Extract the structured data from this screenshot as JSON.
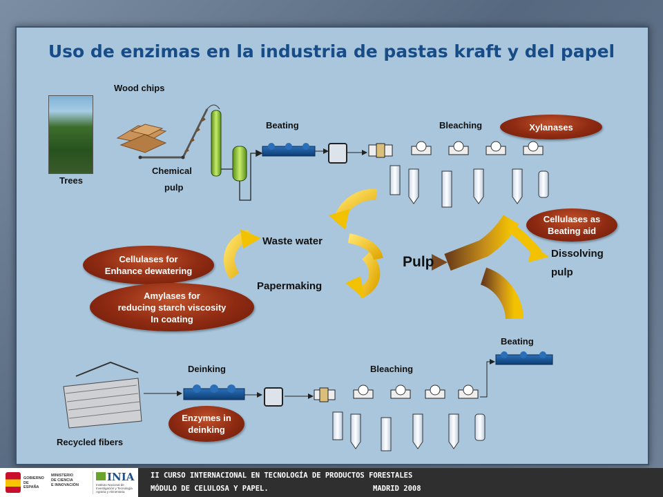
{
  "title": "Uso de enzimas en la industria de pastas kraft y del  papel",
  "labels": {
    "wood_chips": "Wood chips",
    "trees": "Trees",
    "chemical": "Chemical",
    "pulp_small": "pulp",
    "beating_top": "Beating",
    "bleaching_top": "Bleaching",
    "waste_water": "Waste water",
    "papermaking": "Papermaking",
    "pulp_center": "Pulp",
    "dissolving": "Dissolving",
    "dissolving_pulp": "pulp",
    "beating_bottom": "Beating",
    "deinking": "Deinking",
    "bleaching_bottom": "Bleaching",
    "recycled": "Recycled fibers"
  },
  "enzymes": {
    "xylanases": "Xylanases",
    "cellulases_beating_1": "Cellulases as",
    "cellulases_beating_2": "Beating aid",
    "cellulases_dewater_1": "Cellulases for",
    "cellulases_dewater_2": "Enhance dewatering",
    "amylases_1": "Amylases for",
    "amylases_2": "reducing starch viscosity",
    "amylases_3": "In coating",
    "deinking_1": "Enzymes in",
    "deinking_2": "deinking"
  },
  "footer": {
    "line1": "II CURSO INTERNACIONAL EN TECNOLOGÍA DE PRODUCTOS FORESTALES",
    "line2": "MÓDULO DE CELULOSA Y PAPEL.",
    "line3": "MADRID 2008",
    "logo_gov_1": "GOBIERNO",
    "logo_gov_2": "DE ESPAÑA",
    "logo_min_1": "MINISTERIO",
    "logo_min_2": "DE CIENCIA",
    "logo_min_3": "E INNOVACIÓN",
    "inia_name": "INIA",
    "inia_sub": "Instituto Nacional de Investigación y Tecnología Agraria y Alimentaria"
  },
  "colors": {
    "frame": "#a9c6dc",
    "title": "#184c86",
    "enzyme_pill": "#8e2a12",
    "arrow_gold": "#f2c200",
    "arrow_brown": "#7a4a22"
  }
}
